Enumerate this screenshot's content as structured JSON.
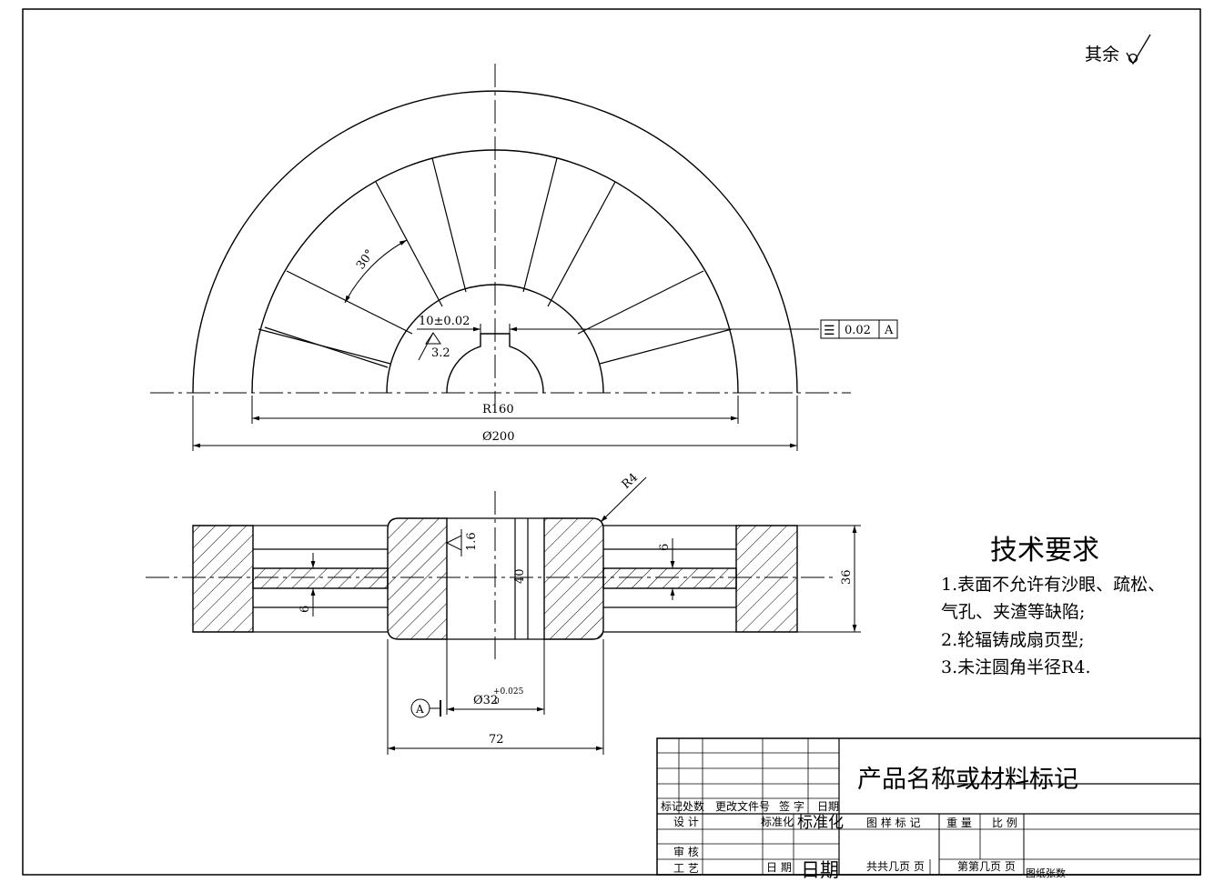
{
  "rough_note": {
    "label": "其余"
  },
  "top_view": {
    "angle_label": "30°",
    "keyway_dim": "10±0.02",
    "roughness_a": "3.2",
    "r_dim": "R160",
    "d_dim": "Ø200",
    "tolerance_frame": {
      "symbol": "☰",
      "value": "0.02",
      "datum": "A"
    }
  },
  "section_view": {
    "fillet_label": "R4",
    "roughness_b": "1.6",
    "bore_dim_label": "40",
    "left_web_dim": "6",
    "right_web_dim": "6",
    "height_dim": "36",
    "hub_bore_dim": "Ø32",
    "hub_bore_tol_upper": "+0.025",
    "hub_bore_tol_lower": "0",
    "hub_width_dim": "72",
    "datum_label": "A"
  },
  "tech_req": {
    "title": "技术要求",
    "lines": [
      "1.表面不允许有沙眼、疏松、",
      "气孔、夹渣等缺陷;",
      "2.轮辐铸成扇页型;",
      "3.未注圆角半径R4."
    ]
  },
  "title_block": {
    "product_name": "产品名称或材料标记",
    "row_labels": [
      "标记",
      "处数",
      "更改文件号",
      "签 字",
      "日期"
    ],
    "design": "设 计",
    "standardize_small": "标准化",
    "standardize_big": "标准化",
    "pattern_mark": "图 样 标 记",
    "weight": "重 量",
    "scale": "比 例",
    "review": "审 核",
    "process": "工 艺",
    "date_small": "日 期",
    "date_big": "日期",
    "total_pages": "共共几页 页",
    "page_no": "第第几页 页",
    "sheet_count": "图纸张数"
  }
}
